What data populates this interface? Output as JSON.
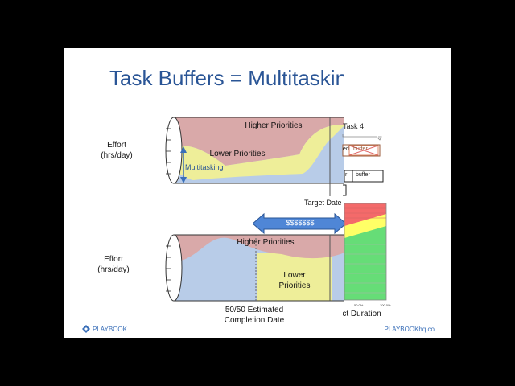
{
  "slide": {
    "title": "Task Buffers = Multitasking",
    "footer": {
      "logo_text": "PLAYBOOK",
      "url_text": "PLAYBOOKhq.co"
    }
  },
  "top_chart": {
    "effort_label_line1": "Effort",
    "effort_label_line2": "(hrs/day)",
    "higher_label": "Higher Priorities",
    "lower_label": "Lower Priorities",
    "multitasking_label": "Multitasking",
    "target_label": "Target Date"
  },
  "bottom_chart": {
    "effort_label_line1": "Effort",
    "effort_label_line2": "(hrs/day)",
    "higher_label": "Higher Priorities",
    "lower_label_line1": "Lower",
    "lower_label_line2": "Priorities",
    "estimate_line1": "50/50 Estimated",
    "estimate_line2": "Completion Date"
  },
  "cost_arrow": {
    "label": "$$$$$$$"
  },
  "buffer_panel": {
    "task_label": "Task 4",
    "row1_cells": [
      "ed",
      "buffer"
    ],
    "row2_cells": [
      "r",
      "buffer"
    ]
  },
  "duration_panel": {
    "axis_label": "Project Duration",
    "tick_left": "50.0%",
    "tick_right": "100.0%"
  },
  "colors": {
    "higher": "#d9a9a9",
    "lower": "#eeee99",
    "blue": "#b8cce8",
    "title": "#2a5596",
    "red_zone": "#f46a6a",
    "yellow_zone": "#ffff66",
    "green_zone": "#66dd77"
  }
}
